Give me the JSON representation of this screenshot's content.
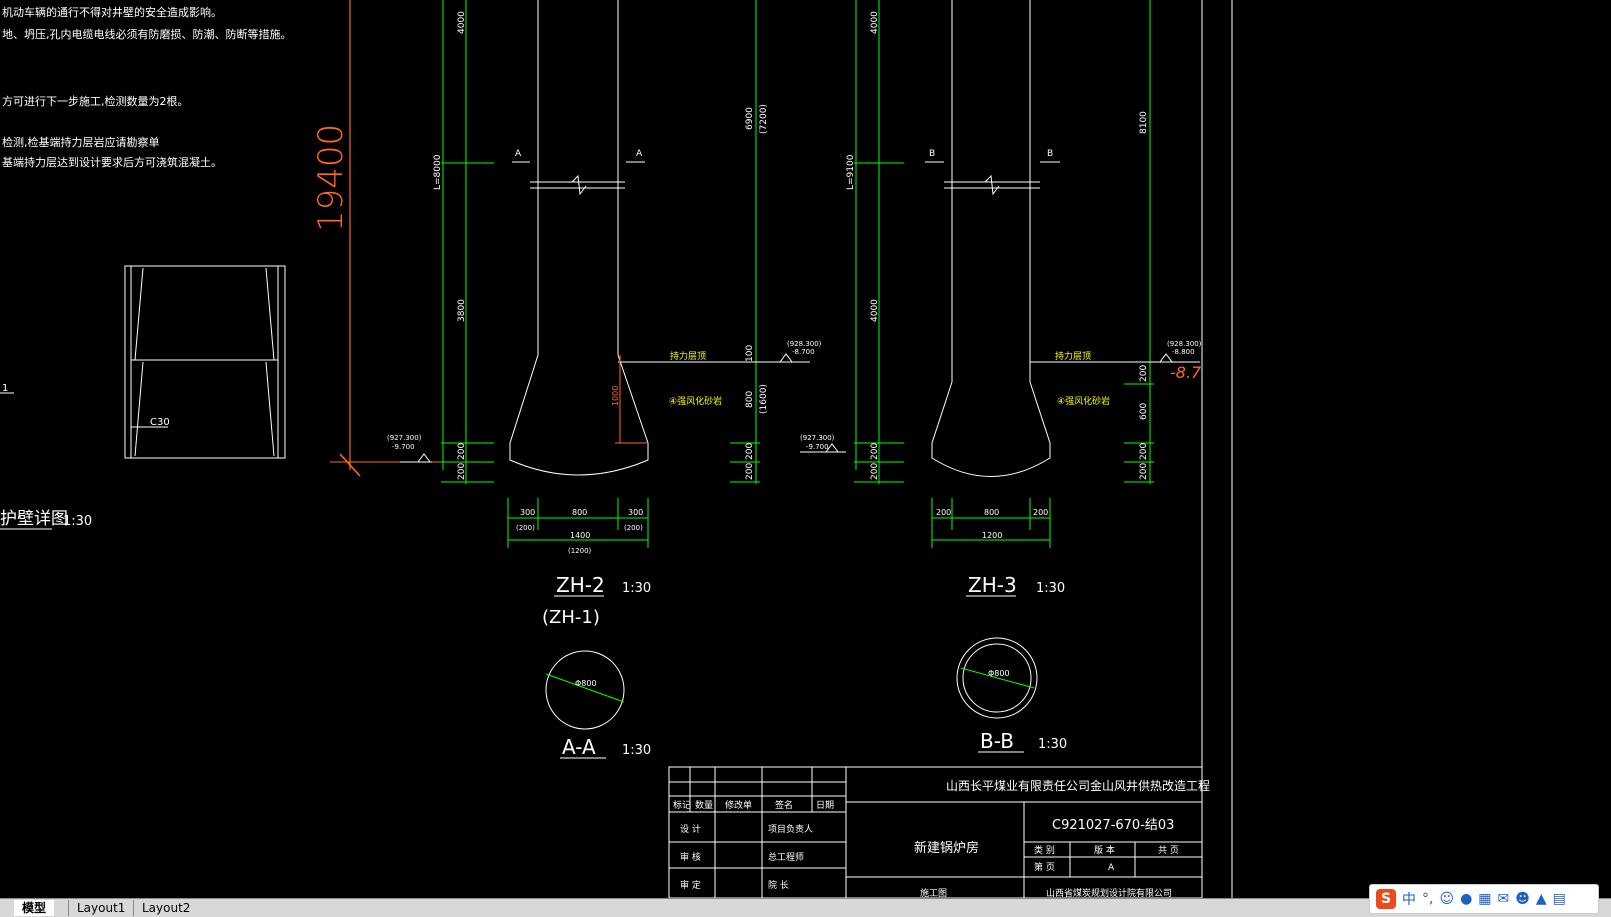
{
  "notes": {
    "line1": "机动车辆的通行不得对井壁的安全造成影响。",
    "line2": "地、坍压,孔内电缆电线必须有防磨损、防潮、防断等措施。",
    "line3": "方可进行下一步施工,检测数量为2根。",
    "line4": "检测,检基端持力层岩应请勘察单",
    "line5": "基端持力层达到设计要求后方可浇筑混凝土。"
  },
  "left_detail": {
    "c30_label": "C30",
    "title": "护壁详图",
    "scale": "1:30",
    "one_label": "1"
  },
  "dimension_big": "19400",
  "zh2": {
    "section_mark_a": "A",
    "top_dim": "4000",
    "l_dim": "L=8000",
    "mid_dim": "3800",
    "bot_dim1": "200",
    "bot_dim2": "200",
    "right_dim_top": "6900",
    "right_dim_top2": "(7200)",
    "right_dim_mid": "800",
    "right_dim_mid2": "(1600)",
    "right_bot1": "100",
    "right_bot2": "200",
    "right_bot3": "200",
    "bearing_label": "持力层顶",
    "bearing_elev": "(928.300)",
    "bearing_elev2": "-8.700",
    "bottom_elev": "(927.300)",
    "bottom_elev2": "-9.700",
    "sand_label": "④强风化砂岩",
    "hole_dim": "1000",
    "w1": "300",
    "w2": "800",
    "w3": "300",
    "w1b": "(200)",
    "w3b": "(200)",
    "total": "1400",
    "total_b": "(1200)",
    "title": "ZH-2",
    "scale": "1:30",
    "sub_title": "(ZH-1)",
    "left_elev": "(927.300)",
    "left_elev2": "-9.700"
  },
  "zh3": {
    "section_mark_b": "B",
    "top_dim": "4000",
    "l_dim": "L=9100",
    "mid_dim": "4000",
    "bot_dim1": "200",
    "bot_dim2": "200",
    "right_dim_top": "8100",
    "right_bot1": "200",
    "right_bot2": "600",
    "right_bot3": "200",
    "right_bot4": "200",
    "bearing_label": "持力层顶",
    "bearing_elev": "(928.300)",
    "bearing_elev2": "-8.800",
    "sand_label": "④强风化砂岩",
    "handwritten": "-8.7",
    "left_elev": "(927.300)",
    "left_elev2": "-9.700",
    "w1": "200",
    "w2": "800",
    "w3": "200",
    "total": "1200",
    "title": "ZH-3",
    "scale": "1:30"
  },
  "section_aa": {
    "dia": "Φ800",
    "title": "A-A",
    "scale": "1:30"
  },
  "section_bb": {
    "dia": "Φ800",
    "title": "B-B",
    "scale": "1:30"
  },
  "title_block": {
    "project": "山西长平煤业有限责任公司金山风井供热改造工程",
    "drawing_name": "新建锅炉房",
    "drawing_no": "C921027-670-结03",
    "h_mark": "标记",
    "h_count": "数量",
    "h_doc": "修改单",
    "h_sign": "签名",
    "h_date": "日期",
    "r_design": "设 计",
    "r_check": "审 核",
    "r_approve": "审 定",
    "r_owner": "项目负责人",
    "r_chief": "总工程师",
    "r_head": "院 长",
    "stage_label": "类 别",
    "version_label": "版 本",
    "sheet_label": "第 页",
    "rev_label": "A",
    "total_label": "共 页",
    "bottom_left": "施工图",
    "company": "山西省煤炭规划设计院有限公司"
  },
  "tabs": {
    "model": "模型",
    "layout1": "Layout1",
    "layout2": "Layout2"
  },
  "ime": {
    "logo": "S",
    "mode": "中"
  },
  "colors": {
    "bg": "#000000",
    "dim": "#00ff00",
    "line": "#ffffff",
    "accent": "#ff6a1a",
    "label": "#ffff00"
  }
}
